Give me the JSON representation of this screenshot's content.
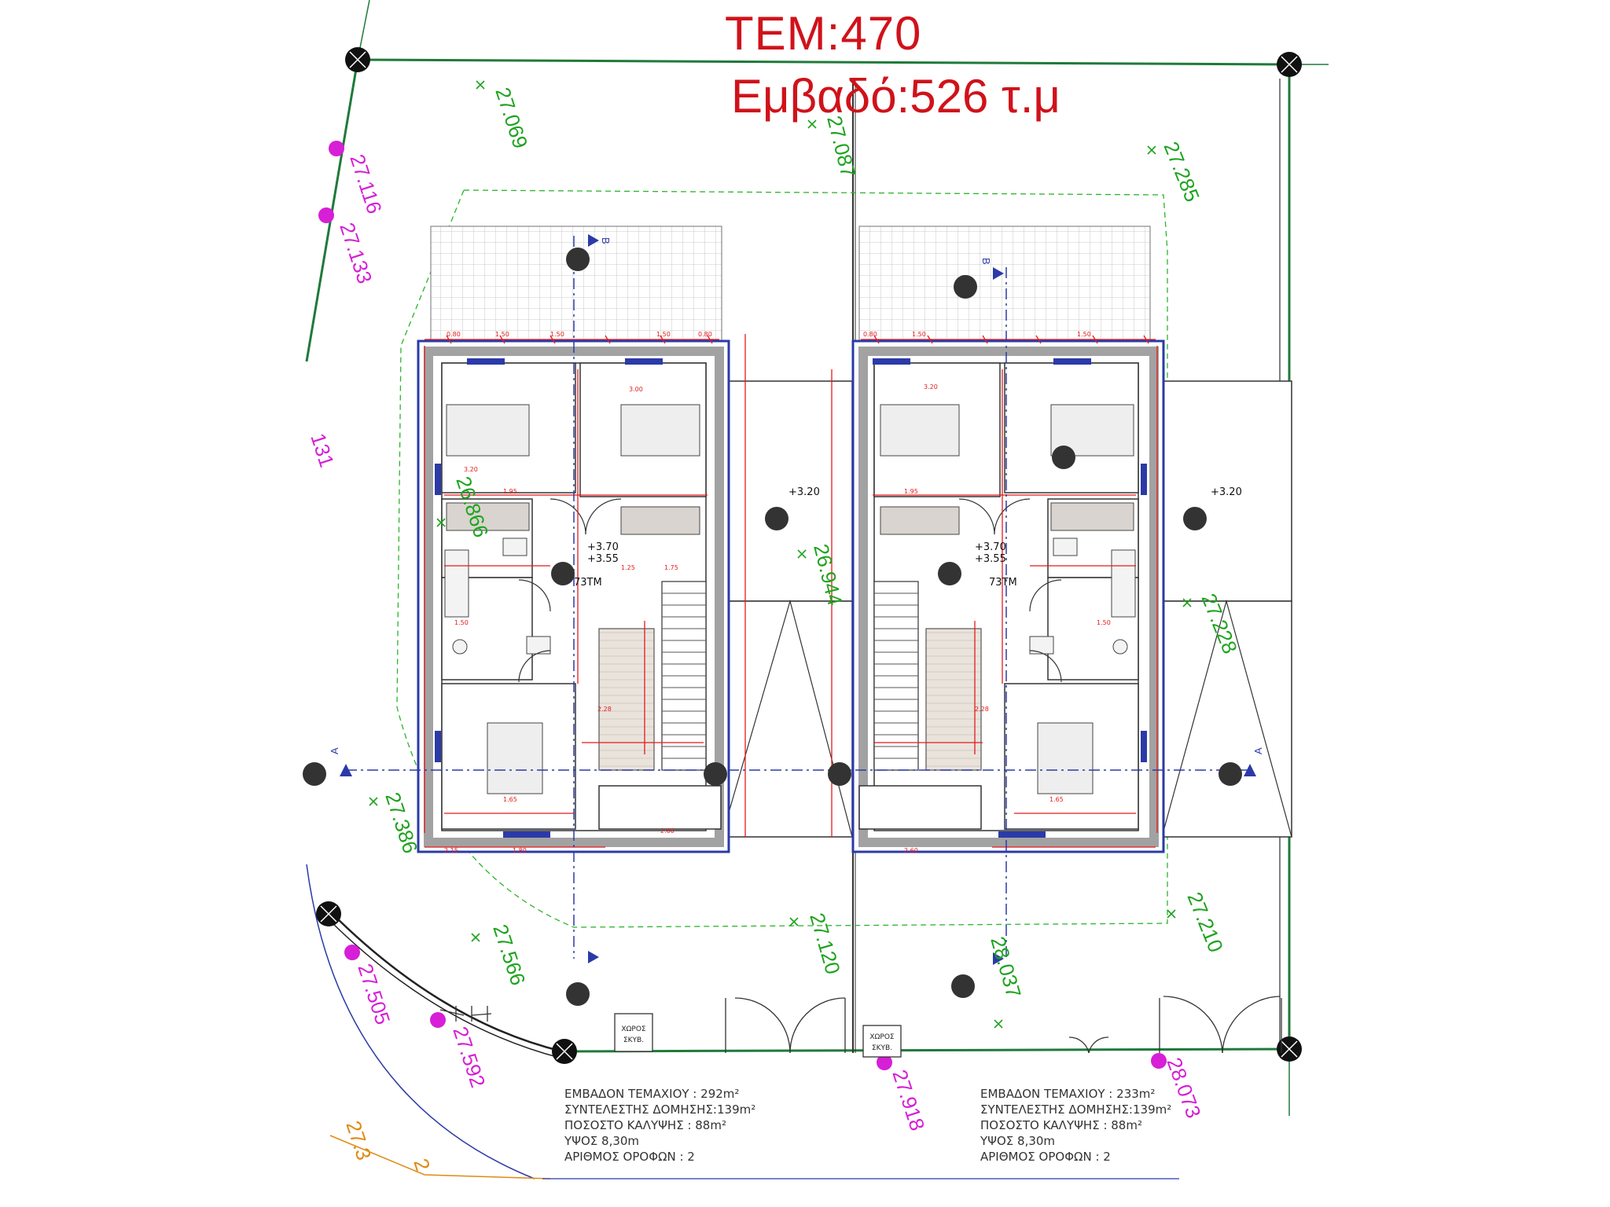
{
  "header": {
    "plot_number": "ΤΕΜ:470",
    "plot_area": "Εμβαδό:526 τ.μ"
  },
  "spot_levels_green": [
    "27.069",
    "27.087",
    "27.285",
    "26.866",
    "26.944",
    "27.228",
    "27.386",
    "27.566",
    "27.120",
    "28.037",
    "27.210"
  ],
  "spot_levels_magenta": [
    "27.116",
    "27.133",
    "27.505",
    "27.592",
    "27.918",
    "28.073"
  ],
  "spot_levels_orange": [
    "27.3",
    "2"
  ],
  "partial_labels": [
    "131"
  ],
  "floor_levels": {
    "left": [
      "+3.70",
      "+3.55"
    ],
    "right": [
      "+3.70",
      "+3.55"
    ],
    "balcony_left": "+3.20",
    "balcony_right": "+3.20"
  },
  "room_tags": {
    "left": "73ΤΜ",
    "right": "73ΤΜ"
  },
  "section_marks": [
    "B",
    "B",
    "A",
    "A"
  ],
  "storage_label": [
    "ΧΩΡΟΣ",
    "ΣΚΥΒ."
  ],
  "dimensions": [
    "0.80",
    "1.50",
    "1.50",
    "1.50",
    "0.80",
    "0.80",
    "1.50",
    "1.50",
    "3.00",
    "1.95",
    "1.95",
    "1.25",
    "1.75",
    "2.28",
    "2.28",
    "2.60",
    "2.60",
    "1.80",
    "1.65",
    "2.15",
    "1.65",
    "3.20",
    "3.20",
    "1.50",
    "1.50"
  ],
  "stats_left": {
    "line1_label": "ΕΜΒΑΔΟΝ ΤΕΜΑΧΙΟΥ :",
    "line1_value": "292m²",
    "line2": "ΣΥΝΤΕΛΕΣΤΗΣ ΔΟΜΗΣΗΣ:139m²",
    "line3": "ΠΟΣΟΣΤΟ ΚΑΛΥΨΗΣ : 88m²",
    "line4": "ΥΨΟΣ 8,30m",
    "line5": "ΑΡΙΘΜΟΣ ΟΡΟΦΩΝ : 2"
  },
  "stats_right": {
    "line1_label": "ΕΜΒΑΔΟΝ ΤΕΜΑΧΙΟΥ :",
    "line1_value": "233m²",
    "line2": "ΣΥΝΤΕΛΕΣΤΗΣ ΔΟΜΗΣΗΣ:139m²",
    "line3": "ΠΟΣΟΣΤΟ ΚΑΛΥΨΗΣ : 88m²",
    "line4": "ΥΨΟΣ 8,30m",
    "line5": "ΑΡΙΘΜΟΣ ΟΡΟΦΩΝ : 2"
  },
  "colors": {
    "title": "#d0121a",
    "level_green": "#1ea31e",
    "level_magenta": "#d61fd6",
    "level_orange": "#e08a14",
    "dimension_red": "#e31b1b",
    "wall_blue": "#2b3aa8",
    "boundary": "#1f7a3a"
  }
}
